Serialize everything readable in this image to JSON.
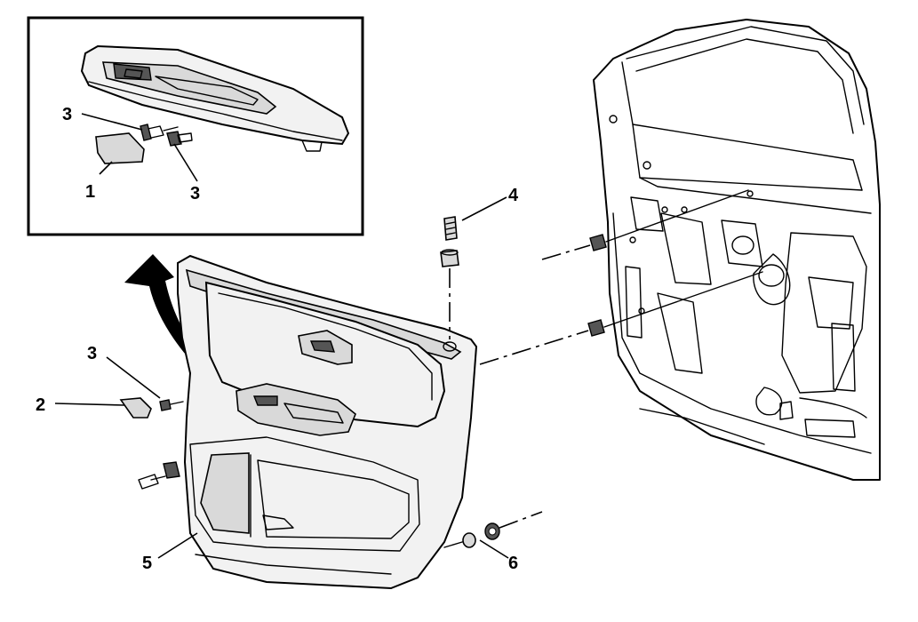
{
  "callouts": [
    {
      "id": "inset-screw-a",
      "text": "3"
    },
    {
      "id": "inset-bezel",
      "text": "1"
    },
    {
      "id": "inset-screw-b",
      "text": "3"
    },
    {
      "id": "retainer",
      "text": "4"
    },
    {
      "id": "panel-screw",
      "text": "3"
    },
    {
      "id": "cover",
      "text": "2"
    },
    {
      "id": "door-trim-panel",
      "text": "5"
    },
    {
      "id": "fastener",
      "text": "6"
    }
  ],
  "colors": {
    "line": "#000000",
    "panel_fill": "#f2f2f2",
    "shade": "#d9d9d9",
    "background": "#ffffff"
  },
  "icons": [
    "removal-direction-arrow-icon"
  ]
}
